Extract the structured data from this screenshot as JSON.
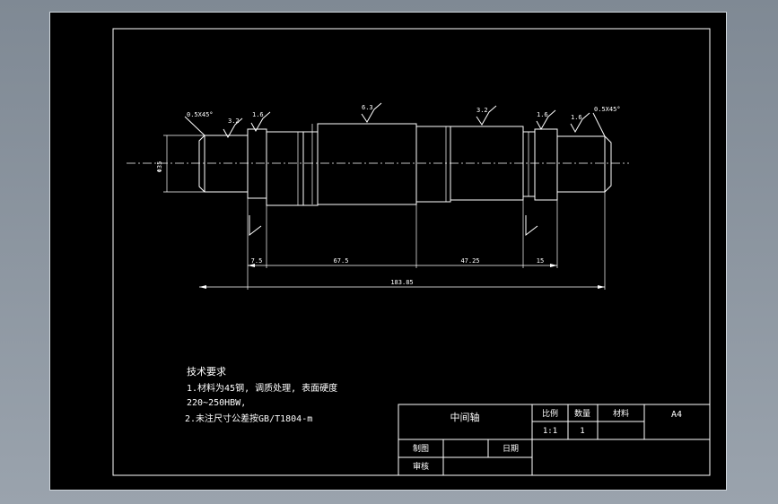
{
  "part_name": "中间轴",
  "title_block": {
    "scale_label": "比例",
    "qty_label": "数量",
    "material_label": "材料",
    "sheet_size": "A4",
    "scale_value": "1:1",
    "qty_value": "1",
    "drawn_label": "制图",
    "date_label": "日期",
    "checked_label": "审核"
  },
  "tech_requirements": {
    "heading": "技术要求",
    "line1": "1.材料为45钢, 调质处理, 表面硬度",
    "line2": "220~250HBW,",
    "line3": "2.未注尺寸公差按GB/T1804-m"
  },
  "roughness": [
    "3.2",
    "1.6",
    "6.3",
    "3.2",
    "1.6",
    "1.6"
  ],
  "chamfers": [
    "0.5X45°",
    "0.5X45°"
  ],
  "dimensions": {
    "d1": "7.5",
    "d2": "67.5",
    "d3": "47.25",
    "d4": "15",
    "total": "183.85",
    "left_dia": "Φ35"
  }
}
